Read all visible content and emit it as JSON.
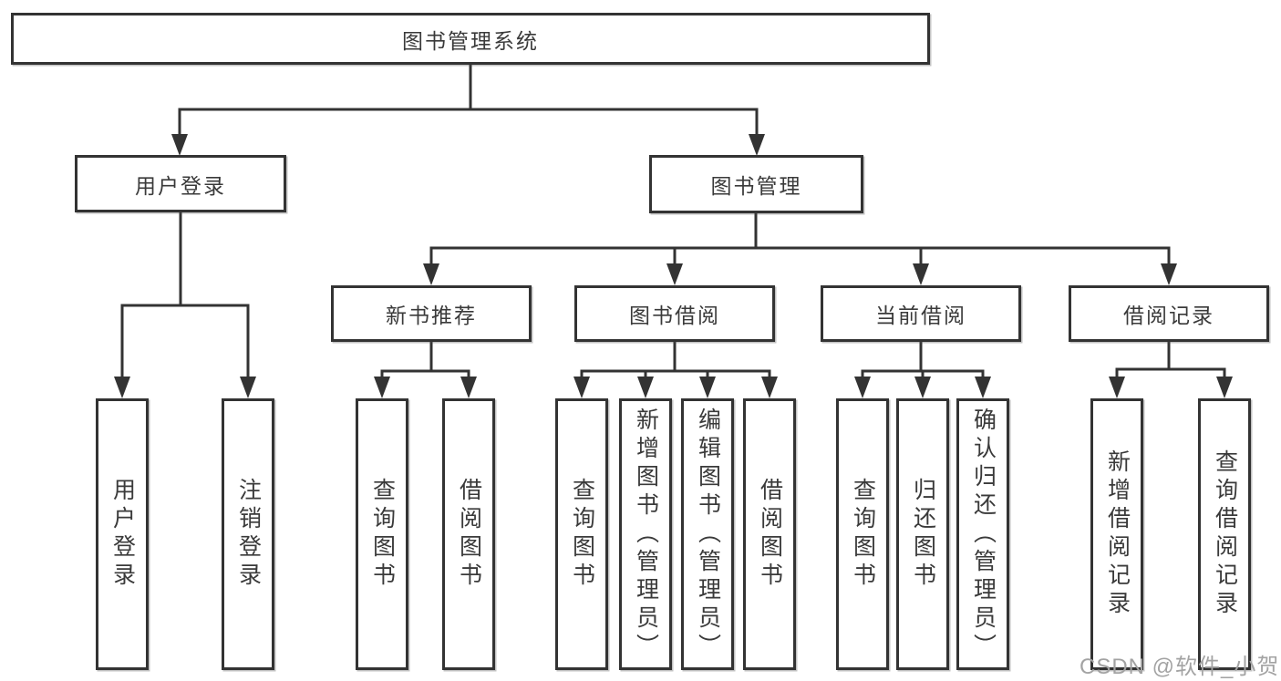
{
  "nodes": {
    "root": "图书管理系统",
    "level2": {
      "user_login": "用户登录",
      "book_management": "图书管理"
    },
    "level3": {
      "new_book_recommend": "新书推荐",
      "book_borrow": "图书借阅",
      "current_borrow": "当前借阅",
      "borrow_record": "借阅记录"
    },
    "leaves": {
      "user_login": "用户登录",
      "logout": "注销登录",
      "nb_query_book": "查询图书",
      "nb_borrow_book": "借阅图书",
      "bb_query_book": "查询图书",
      "bb_add_book": "新增图书（管理员）",
      "bb_edit_book": "编辑图书（管理员）",
      "bb_borrow_book": "借阅图书",
      "cb_query_book": "查询图书",
      "cb_return_book": "归还图书",
      "cb_confirm_return": "确认归还（管理员）",
      "br_add_record": "新增借阅记录",
      "br_query_record": "查询借阅记录"
    }
  },
  "watermark": "CSDN @软件_小贺同学",
  "colors": {
    "line": "#333333",
    "border": "#333333",
    "text": "#3a3a3a",
    "background": "#ffffff",
    "watermark": "#a3a3a3"
  }
}
